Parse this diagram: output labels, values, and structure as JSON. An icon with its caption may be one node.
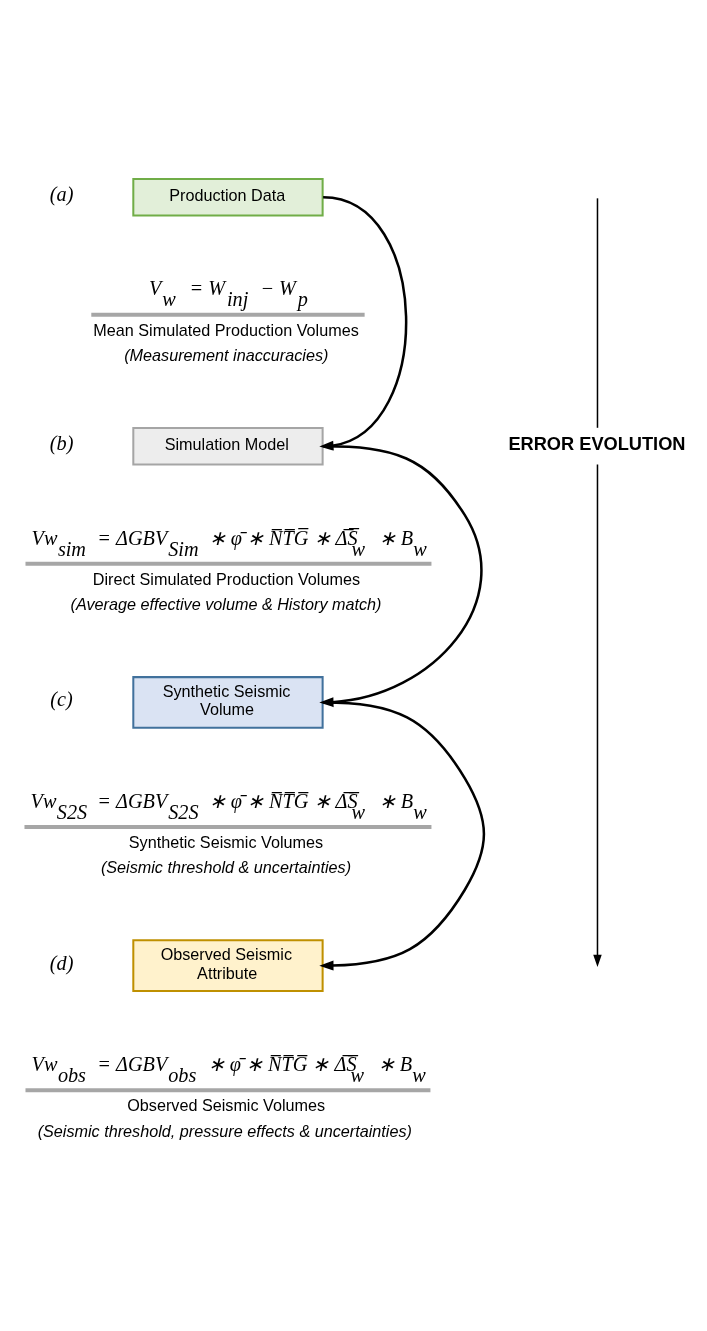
{
  "diagram": {
    "nodes": [
      {
        "text": [
          "Production Data"
        ],
        "beside": [
          "(a)",
          "V$_{w}$ = W$_{inj}$ − W$_{p}$",
          "Mean Simulated Production Volumes",
          "(Measurement inaccuracies)"
        ]
      },
      {
        "text": [
          "Simulation Model"
        ],
        "beside": [
          "(b)",
          "Vw$_{sim}$ = ΔGBV$_{Sim}$ ∗ φ̄ ∗ N̅T̅G̅ ∗ Δ̅S̅$_{w}$ ∗ B$_{w}$",
          "Direct Simulated Production Volumes",
          "(Average effective volume & History match)"
        ]
      },
      {
        "text": [
          "Synthetic Seismic Volume"
        ],
        "beside": [
          "(c)",
          "Vw$_{S2S}$ = ΔGBV$_{S2S}$ ∗ φ̄ ∗ N̅T̅G̅ ∗ Δ̅S̅$_{w}$ ∗ B$_{w}$",
          "Synthetic Seismic Volumes",
          "(Seismic threshold & uncertainties)"
        ]
      },
      {
        "text": [
          "Observed Seismic Attribute"
        ],
        "beside": [
          "(d)",
          "Vw$_{obs}$ = ΔGBV$_{obs}$ ∗ φ̄ ∗ N̅T̅G̅ ∗ Δ̅S̅$_{w}$ ∗ B$_{w}$",
          "Observed Seismic Volumes",
          "(Seismic threshold, pressure effects & uncertainties)"
        ]
      }
    ],
    "edges": [
      {
        "from": 0,
        "to": 1,
        "arrow": "to"
      },
      {
        "from": 1,
        "to": 2,
        "arrow": "to"
      },
      {
        "from": 2,
        "to": 3,
        "arrow": "to"
      }
    ],
    "labels": [
      "ERROR EVOLUTION"
    ]
  }
}
